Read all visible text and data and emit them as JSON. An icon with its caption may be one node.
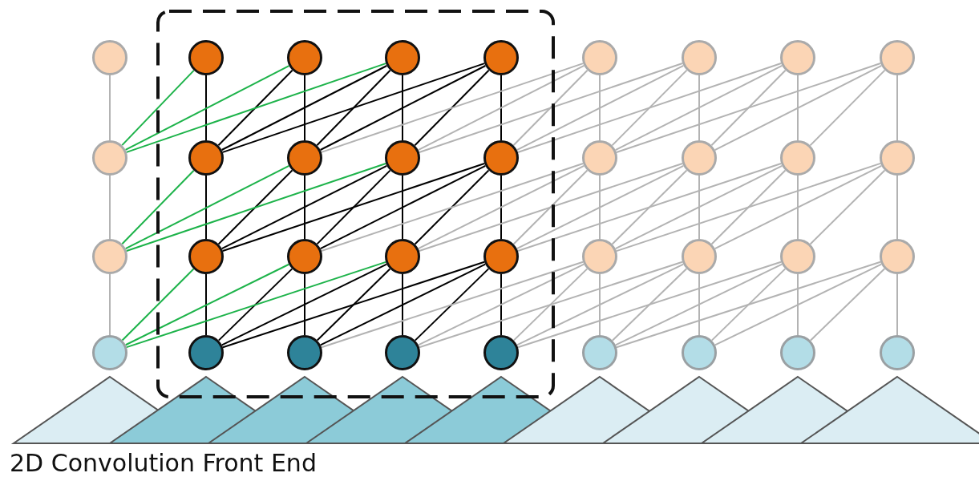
{
  "diagram": {
    "caption": "2D Convolution Front End",
    "nodes": [
      {
        "text": [],
        "shape": "circle"
      },
      {
        "text": [],
        "shape": "circle"
      },
      {
        "text": [],
        "shape": "circle"
      },
      {
        "text": [],
        "shape": "circle"
      },
      {
        "text": [],
        "shape": "circle"
      },
      {
        "text": [],
        "shape": "circle"
      },
      {
        "text": [],
        "shape": "circle"
      },
      {
        "text": [],
        "shape": "circle"
      },
      {
        "text": [],
        "shape": "circle"
      },
      {
        "text": [],
        "shape": "circle"
      },
      {
        "text": [],
        "shape": "circle"
      },
      {
        "text": [],
        "shape": "circle"
      },
      {
        "text": [],
        "shape": "circle"
      },
      {
        "text": [],
        "shape": "circle"
      },
      {
        "text": [],
        "shape": "circle"
      },
      {
        "text": [],
        "shape": "circle"
      },
      {
        "text": [],
        "shape": "circle"
      },
      {
        "text": [],
        "shape": "circle"
      },
      {
        "text": [],
        "shape": "circle"
      },
      {
        "text": [],
        "shape": "circle"
      },
      {
        "text": [],
        "shape": "circle"
      },
      {
        "text": [],
        "shape": "circle"
      },
      {
        "text": [],
        "shape": "circle"
      },
      {
        "text": [],
        "shape": "circle"
      },
      {
        "text": [],
        "shape": "circle"
      },
      {
        "text": [],
        "shape": "circle"
      },
      {
        "text": [],
        "shape": "circle"
      },
      {
        "text": [],
        "shape": "circle"
      },
      {
        "text": [],
        "shape": "circle"
      },
      {
        "text": [],
        "shape": "circle"
      },
      {
        "text": [],
        "shape": "circle"
      },
      {
        "text": [],
        "shape": "circle"
      },
      {
        "text": [],
        "shape": "circle"
      },
      {
        "text": [],
        "shape": "circle"
      },
      {
        "text": [],
        "shape": "circle"
      },
      {
        "text": [],
        "shape": "circle"
      }
    ],
    "edges": [
      {
        "from": 0,
        "to": 9,
        "arrow": "none"
      },
      {
        "from": 1,
        "to": 10,
        "arrow": "none",
        "color": "#000000"
      },
      {
        "from": 2,
        "to": 11,
        "arrow": "none",
        "color": "#000000"
      },
      {
        "from": 3,
        "to": 12,
        "arrow": "none",
        "color": "#000000"
      },
      {
        "from": 4,
        "to": 13,
        "arrow": "none",
        "color": "#000000"
      },
      {
        "from": 5,
        "to": 14,
        "arrow": "none"
      },
      {
        "from": 6,
        "to": 15,
        "arrow": "none"
      },
      {
        "from": 7,
        "to": 16,
        "arrow": "none"
      },
      {
        "from": 8,
        "to": 17,
        "arrow": "none"
      },
      {
        "from": 1,
        "to": 9,
        "arrow": "none",
        "color": "#1db34a"
      },
      {
        "from": 2,
        "to": 10,
        "arrow": "none",
        "color": "#000000"
      },
      {
        "from": 2,
        "to": 9,
        "arrow": "none",
        "color": "#1db34a"
      },
      {
        "from": 3,
        "to": 11,
        "arrow": "none",
        "color": "#000000"
      },
      {
        "from": 3,
        "to": 10,
        "arrow": "none",
        "color": "#000000"
      },
      {
        "from": 3,
        "to": 9,
        "arrow": "none",
        "color": "#1db34a"
      },
      {
        "from": 4,
        "to": 12,
        "arrow": "none",
        "color": "#000000"
      },
      {
        "from": 4,
        "to": 11,
        "arrow": "none",
        "color": "#000000"
      },
      {
        "from": 4,
        "to": 10,
        "arrow": "none",
        "color": "#000000"
      },
      {
        "from": 5,
        "to": 13,
        "arrow": "none"
      },
      {
        "from": 5,
        "to": 12,
        "arrow": "none"
      },
      {
        "from": 5,
        "to": 11,
        "arrow": "none"
      },
      {
        "from": 6,
        "to": 14,
        "arrow": "none"
      },
      {
        "from": 6,
        "to": 13,
        "arrow": "none"
      },
      {
        "from": 6,
        "to": 12,
        "arrow": "none"
      },
      {
        "from": 7,
        "to": 15,
        "arrow": "none"
      },
      {
        "from": 7,
        "to": 14,
        "arrow": "none"
      },
      {
        "from": 7,
        "to": 13,
        "arrow": "none"
      },
      {
        "from": 8,
        "to": 16,
        "arrow": "none"
      },
      {
        "from": 8,
        "to": 15,
        "arrow": "none"
      },
      {
        "from": 8,
        "to": 14,
        "arrow": "none"
      },
      {
        "from": 9,
        "to": 18,
        "arrow": "none"
      },
      {
        "from": 10,
        "to": 19,
        "arrow": "none",
        "color": "#000000"
      },
      {
        "from": 11,
        "to": 20,
        "arrow": "none",
        "color": "#000000"
      },
      {
        "from": 12,
        "to": 21,
        "arrow": "none",
        "color": "#000000"
      },
      {
        "from": 13,
        "to": 22,
        "arrow": "none",
        "color": "#000000"
      },
      {
        "from": 14,
        "to": 23,
        "arrow": "none"
      },
      {
        "from": 15,
        "to": 24,
        "arrow": "none"
      },
      {
        "from": 16,
        "to": 25,
        "arrow": "none"
      },
      {
        "from": 17,
        "to": 26,
        "arrow": "none"
      },
      {
        "from": 10,
        "to": 18,
        "arrow": "none",
        "color": "#1db34a"
      },
      {
        "from": 11,
        "to": 19,
        "arrow": "none",
        "color": "#000000"
      },
      {
        "from": 11,
        "to": 18,
        "arrow": "none",
        "color": "#1db34a"
      },
      {
        "from": 12,
        "to": 20,
        "arrow": "none",
        "color": "#000000"
      },
      {
        "from": 12,
        "to": 19,
        "arrow": "none",
        "color": "#000000"
      },
      {
        "from": 12,
        "to": 18,
        "arrow": "none",
        "color": "#1db34a"
      },
      {
        "from": 13,
        "to": 21,
        "arrow": "none",
        "color": "#000000"
      },
      {
        "from": 13,
        "to": 20,
        "arrow": "none",
        "color": "#000000"
      },
      {
        "from": 13,
        "to": 19,
        "arrow": "none",
        "color": "#000000"
      },
      {
        "from": 14,
        "to": 22,
        "arrow": "none"
      },
      {
        "from": 14,
        "to": 21,
        "arrow": "none"
      },
      {
        "from": 14,
        "to": 20,
        "arrow": "none"
      },
      {
        "from": 15,
        "to": 23,
        "arrow": "none"
      },
      {
        "from": 15,
        "to": 22,
        "arrow": "none"
      },
      {
        "from": 15,
        "to": 21,
        "arrow": "none"
      },
      {
        "from": 16,
        "to": 24,
        "arrow": "none"
      },
      {
        "from": 16,
        "to": 23,
        "arrow": "none"
      },
      {
        "from": 16,
        "to": 22,
        "arrow": "none"
      },
      {
        "from": 17,
        "to": 25,
        "arrow": "none"
      },
      {
        "from": 17,
        "to": 24,
        "arrow": "none"
      },
      {
        "from": 17,
        "to": 23,
        "arrow": "none"
      },
      {
        "from": 18,
        "to": 27,
        "arrow": "none"
      },
      {
        "from": 19,
        "to": 28,
        "arrow": "none",
        "color": "#000000"
      },
      {
        "from": 20,
        "to": 29,
        "arrow": "none",
        "color": "#000000"
      },
      {
        "from": 21,
        "to": 30,
        "arrow": "none",
        "color": "#000000"
      },
      {
        "from": 22,
        "to": 31,
        "arrow": "none",
        "color": "#000000"
      },
      {
        "from": 23,
        "to": 32,
        "arrow": "none"
      },
      {
        "from": 24,
        "to": 33,
        "arrow": "none"
      },
      {
        "from": 25,
        "to": 34,
        "arrow": "none"
      },
      {
        "from": 26,
        "to": 35,
        "arrow": "none"
      },
      {
        "from": 19,
        "to": 27,
        "arrow": "none",
        "color": "#1db34a"
      },
      {
        "from": 20,
        "to": 28,
        "arrow": "none",
        "color": "#000000"
      },
      {
        "from": 20,
        "to": 27,
        "arrow": "none",
        "color": "#1db34a"
      },
      {
        "from": 21,
        "to": 29,
        "arrow": "none",
        "color": "#000000"
      },
      {
        "from": 21,
        "to": 28,
        "arrow": "none",
        "color": "#000000"
      },
      {
        "from": 21,
        "to": 27,
        "arrow": "none",
        "color": "#1db34a"
      },
      {
        "from": 22,
        "to": 30,
        "arrow": "none",
        "color": "#000000"
      },
      {
        "from": 22,
        "to": 29,
        "arrow": "none",
        "color": "#000000"
      },
      {
        "from": 22,
        "to": 28,
        "arrow": "none",
        "color": "#000000"
      },
      {
        "from": 23,
        "to": 31,
        "arrow": "none"
      },
      {
        "from": 23,
        "to": 30,
        "arrow": "none"
      },
      {
        "from": 23,
        "to": 29,
        "arrow": "none"
      },
      {
        "from": 24,
        "to": 32,
        "arrow": "none"
      },
      {
        "from": 24,
        "to": 31,
        "arrow": "none"
      },
      {
        "from": 24,
        "to": 30,
        "arrow": "none"
      },
      {
        "from": 25,
        "to": 33,
        "arrow": "none"
      },
      {
        "from": 25,
        "to": 32,
        "arrow": "none"
      },
      {
        "from": 25,
        "to": 31,
        "arrow": "none"
      },
      {
        "from": 26,
        "to": 34,
        "arrow": "none"
      },
      {
        "from": 26,
        "to": 33,
        "arrow": "none"
      },
      {
        "from": 26,
        "to": 32,
        "arrow": "none"
      }
    ]
  }
}
